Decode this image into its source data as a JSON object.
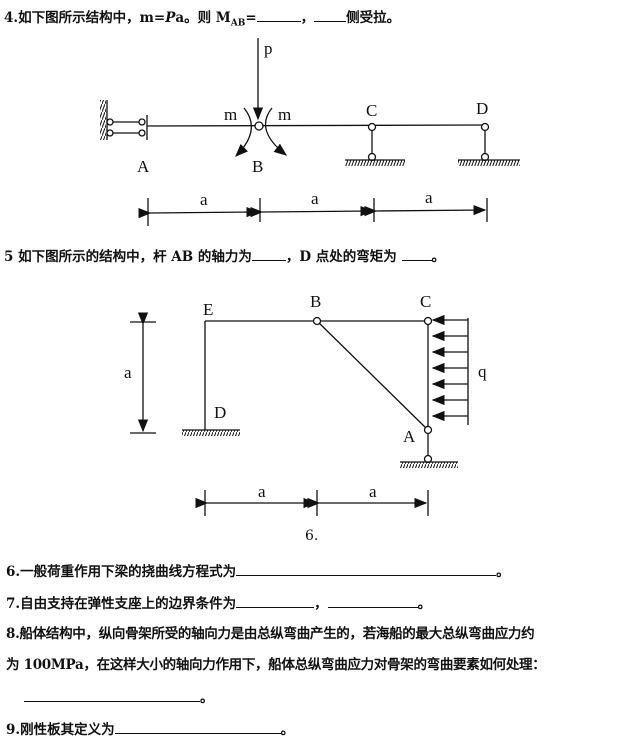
{
  "q4": {
    "text": "4.如下图所示结构中，m=",
    "italic": "P",
    "text2": "a。则 M",
    "sub": "AB",
    "text3": "=",
    "sep": "，",
    "tail": "侧受拉。"
  },
  "fig1": {
    "labels": {
      "p": "p",
      "m_left": "m",
      "m_right": "m",
      "A": "A",
      "B": "B",
      "C": "C",
      "D": "D",
      "dim1": "a",
      "dim2": "a",
      "dim3": "a"
    }
  },
  "q5": {
    "text": "5 如下图所示的结构中，杆 AB 的轴力为",
    "mid": "，D 点处的弯矩为 ",
    "end": "。"
  },
  "fig2": {
    "labels": {
      "E": "E",
      "B": "B",
      "C": "C",
      "D": "D",
      "A": "A",
      "q": "q",
      "dim_v": "a",
      "dim1": "a",
      "dim2": "a"
    },
    "caption": "6."
  },
  "q6": {
    "text": "6.一般荷重作用下梁的挠曲线方程式为",
    "end": "。"
  },
  "q7": {
    "text": "7.自由支持在弹性支座上的边界条件为",
    "sep": "，",
    "end": "。"
  },
  "q8": {
    "line1": "8.船体结构中，纵向骨架所受的轴向力是由总纵弯曲产生的，若海船的最大总纵弯曲应力约",
    "line2": "为 100MPa，在这样大小的轴向力作用下，船体总纵弯曲应力对骨架的弯曲要素如何处理：",
    "end": "。"
  },
  "q9": {
    "text": "9.刚性板其定义为",
    "end": "。"
  }
}
